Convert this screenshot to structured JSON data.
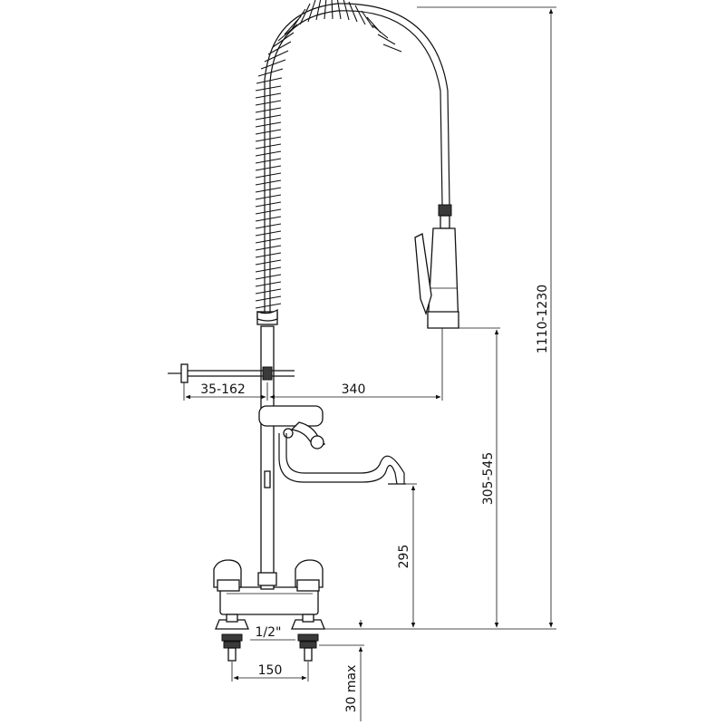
{
  "dimensions": {
    "total_height": "1110-1230",
    "spout_height_range": "305-545",
    "tap_height": "295",
    "arm_offset": "35-162",
    "head_reach": "340",
    "thread_size": "1/2\"",
    "center_distance": "150",
    "deck_thickness": "30 max"
  },
  "colors": {
    "line": "#111111",
    "background": "#ffffff",
    "dark_fill": "#3a3a3a"
  }
}
